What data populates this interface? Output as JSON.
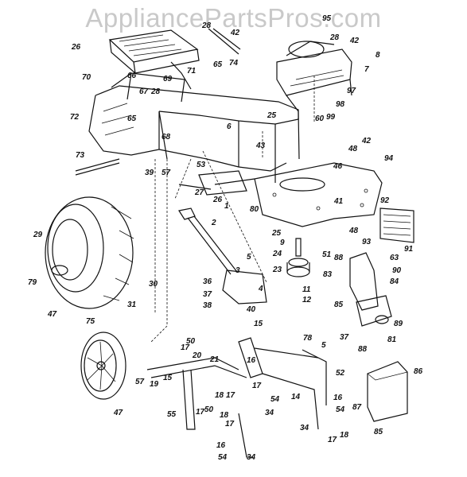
{
  "watermark": "AppliancePartsPros.com",
  "callouts": {
    "c1": "1",
    "c2": "2",
    "c3": "3",
    "c4": "4",
    "c5": "5",
    "c6": "6",
    "c7": "7",
    "c8": "8",
    "c9": "9",
    "c11": "11",
    "c12": "12",
    "c14": "14",
    "c15": "15",
    "c16": "16",
    "c17": "17",
    "c18": "18",
    "c19": "19",
    "c20": "20",
    "c21": "21",
    "c23": "23",
    "c24": "24",
    "c25": "25",
    "c26": "26",
    "c27": "27",
    "c28": "28",
    "c29": "29",
    "c30": "30",
    "c31": "31",
    "c34": "34",
    "c36": "36",
    "c37": "37",
    "c38": "38",
    "c39": "39",
    "c40": "40",
    "c41": "41",
    "c42": "42",
    "c43": "43",
    "c46": "46",
    "c47": "47",
    "c48": "48",
    "c50": "50",
    "c51": "51",
    "c52": "52",
    "c53": "53",
    "c54": "54",
    "c55": "55",
    "c57": "57",
    "c60": "60",
    "c63": "63",
    "c65": "65",
    "c66": "66",
    "c67": "67",
    "c68": "68",
    "c69": "69",
    "c70": "70",
    "c71": "71",
    "c72": "72",
    "c73": "73",
    "c74": "74",
    "c75": "75",
    "c78": "78",
    "c79": "79",
    "c80": "80",
    "c81": "81",
    "c83": "83",
    "c84": "84",
    "c85": "85",
    "c86": "86",
    "c87": "87",
    "c88": "88",
    "c89": "89",
    "c90": "90",
    "c91": "91",
    "c92": "92",
    "c93": "93",
    "c94": "94",
    "c95": "95",
    "c97": "97",
    "c98": "98",
    "c99": "99"
  }
}
